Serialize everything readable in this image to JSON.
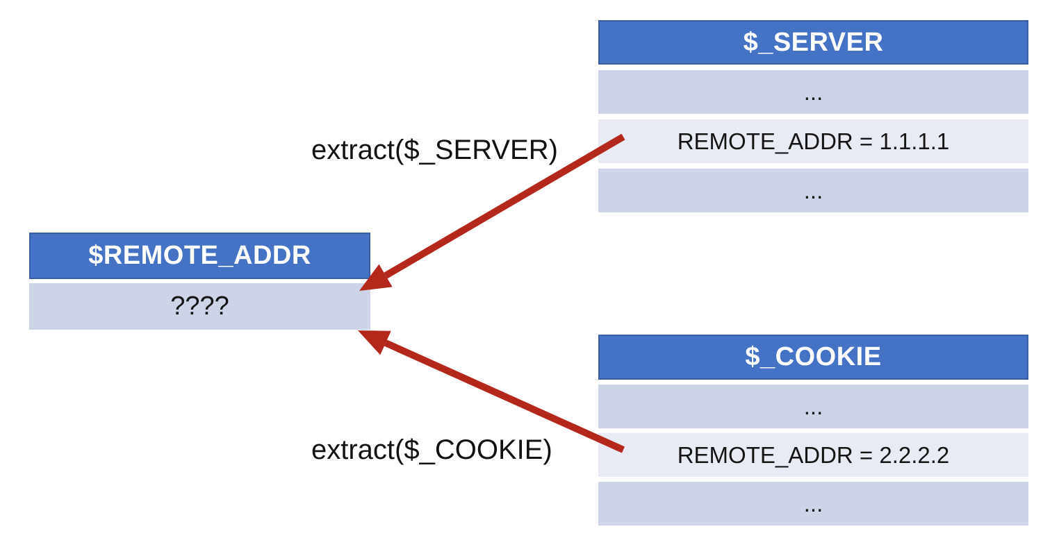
{
  "colors": {
    "table_header_blue": "#4472C4",
    "table_header_border": "#3A5EA4",
    "row_dark_lavender": "#CED4E7",
    "row_light_lavender": "#E9EBF4",
    "arrow_red": "#B3281B",
    "header_text": "#FFFFFF",
    "body_text": "#111111",
    "background": "#FFFFFF"
  },
  "diagram": {
    "result_table": {
      "title": "$REMOTE_ADDR",
      "rows": [
        {
          "text": "????"
        }
      ]
    },
    "server_table": {
      "title": "$_SERVER",
      "rows": [
        {
          "text": "..."
        },
        {
          "text": "REMOTE_ADDR = 1.1.1.1"
        },
        {
          "text": "..."
        }
      ]
    },
    "cookie_table": {
      "title": "$_COOKIE",
      "rows": [
        {
          "text": "..."
        },
        {
          "text": "REMOTE_ADDR = 2.2.2.2"
        },
        {
          "text": "..."
        }
      ]
    },
    "arrows": [
      {
        "label": "extract($_SERVER)"
      },
      {
        "label": "extract($_COOKIE)"
      }
    ]
  }
}
